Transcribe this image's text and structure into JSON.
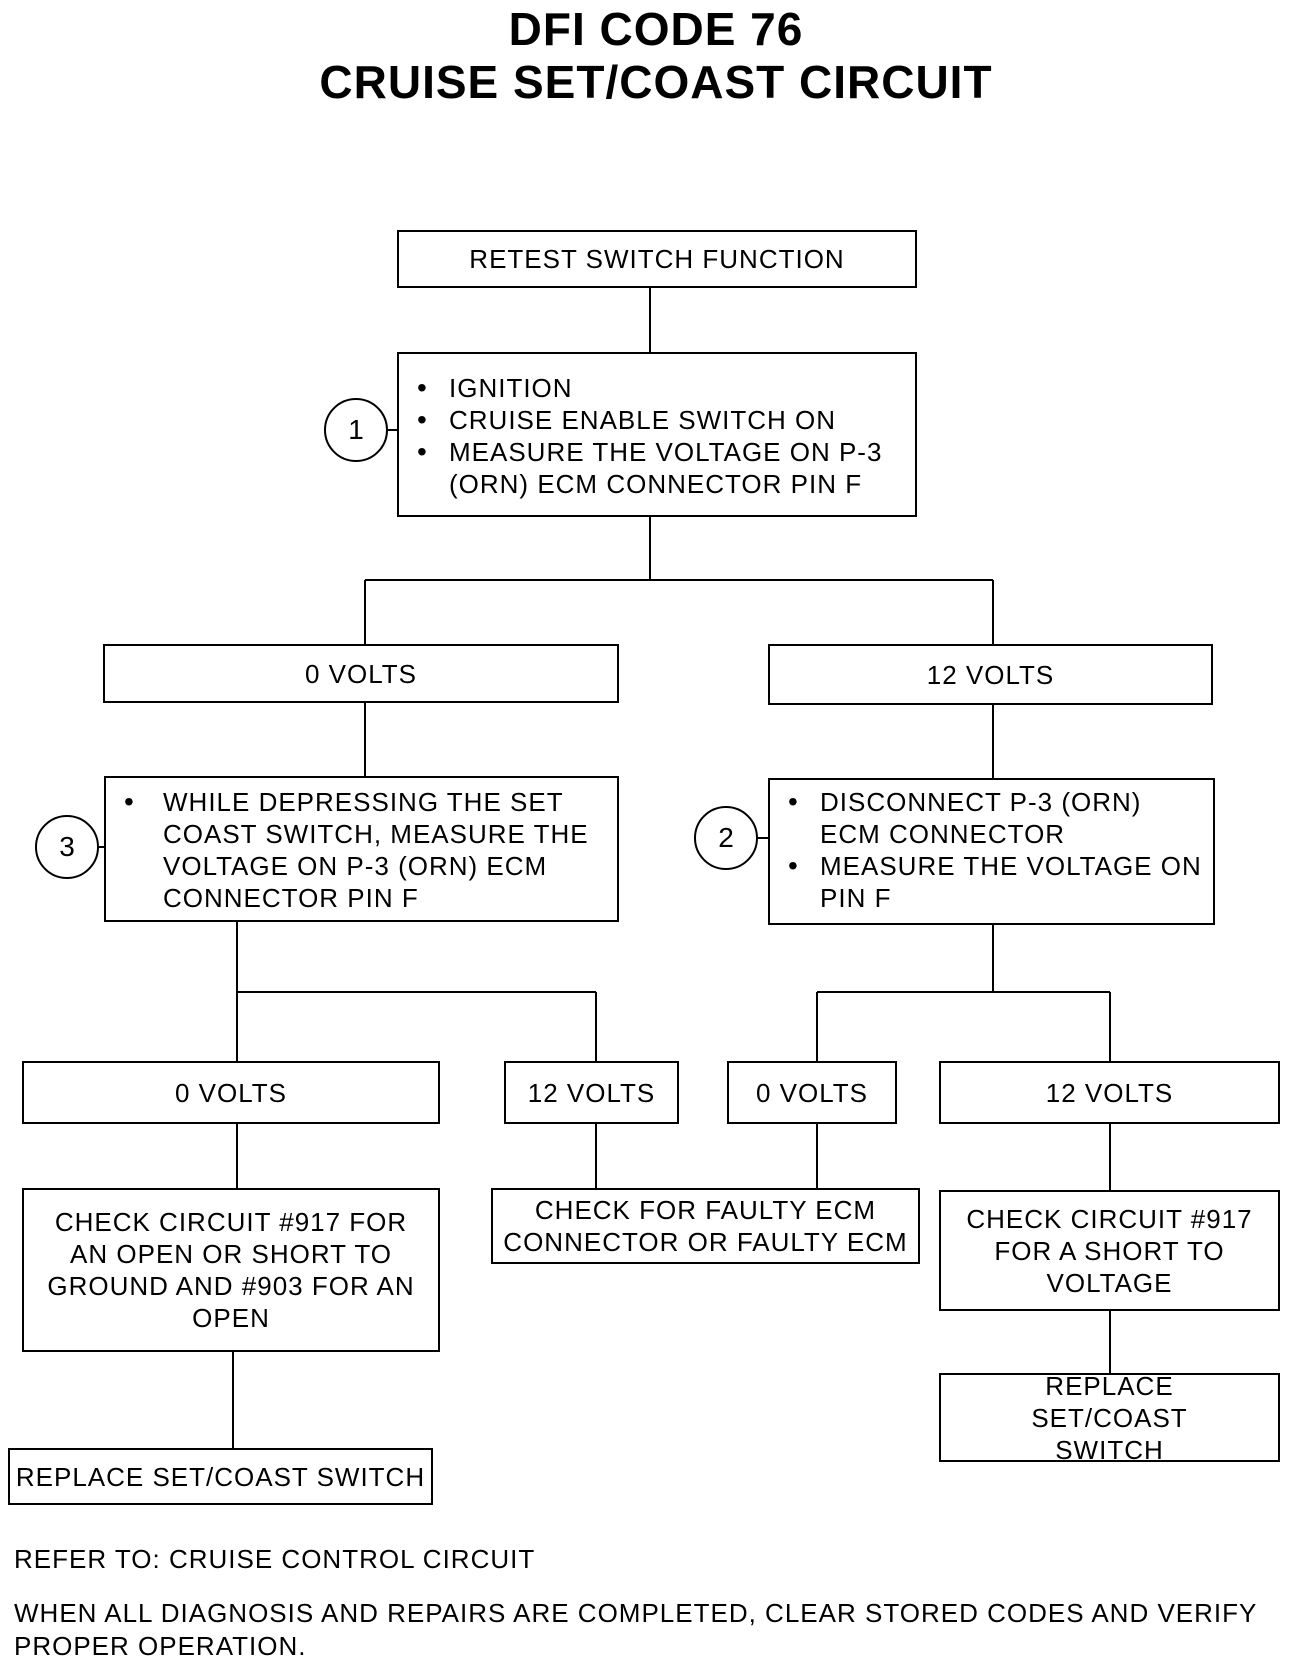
{
  "title": {
    "line1": "DFI CODE 76",
    "line2": "CRUISE SET/COAST CIRCUIT"
  },
  "flow": {
    "retest": "RETEST SWITCH FUNCTION",
    "step1": {
      "number": "1",
      "items": [
        "IGNITION",
        "CRUISE ENABLE SWITCH ON",
        "MEASURE THE VOLTAGE ON P-3 (ORN) ECM CONNECTOR PIN F"
      ]
    },
    "left_0v": "0 VOLTS",
    "right_12v": "12 VOLTS",
    "step3": {
      "number": "3",
      "items": [
        "WHILE DEPRESSING THE SET COAST SWITCH, MEASURE THE VOLTAGE ON P-3 (ORN) ECM CONNECTOR PIN F"
      ]
    },
    "step2": {
      "number": "2",
      "items": [
        "DISCONNECT P-3 (ORN) ECM CONNECTOR",
        "MEASURE THE VOLTAGE ON PIN F"
      ]
    },
    "ll_0v": "0 VOLTS",
    "lr_12v": "12 VOLTS",
    "rl_0v": "0 VOLTS",
    "rr_12v": "12 VOLTS",
    "check_917_903": "CHECK CIRCUIT #917 FOR AN OPEN OR SHORT TO GROUND AND #903 FOR AN OPEN",
    "check_faulty_ecm": "CHECK FOR FAULTY ECM CONNECTOR OR FAULTY ECM",
    "check_917_short": "CHECK CIRCUIT #917 FOR A SHORT TO VOLTAGE",
    "replace_left": "REPLACE SET/COAST SWITCH",
    "replace_right": "REPLACE SET/COAST SWITCH"
  },
  "footer": {
    "refer": "REFER TO: CRUISE CONTROL CIRCUIT",
    "note": "WHEN ALL DIAGNOSIS AND REPAIRS ARE COMPLETED, CLEAR STORED CODES AND VERIFY PROPER OPERATION."
  }
}
